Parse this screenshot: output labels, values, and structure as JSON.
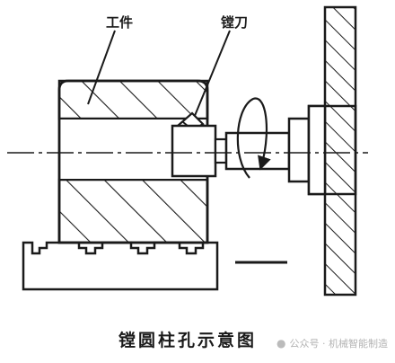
{
  "labels": {
    "workpiece": "工件",
    "boring_tool": "镗刀"
  },
  "caption": "镗圆柱孔示意图",
  "watermark": {
    "icon": "wechat-icon",
    "text": "公众号 · 机械智能制造"
  },
  "colors": {
    "ink": "#1a1a1a",
    "paper": "#ffffff",
    "watermark": "#b3b3b3"
  }
}
